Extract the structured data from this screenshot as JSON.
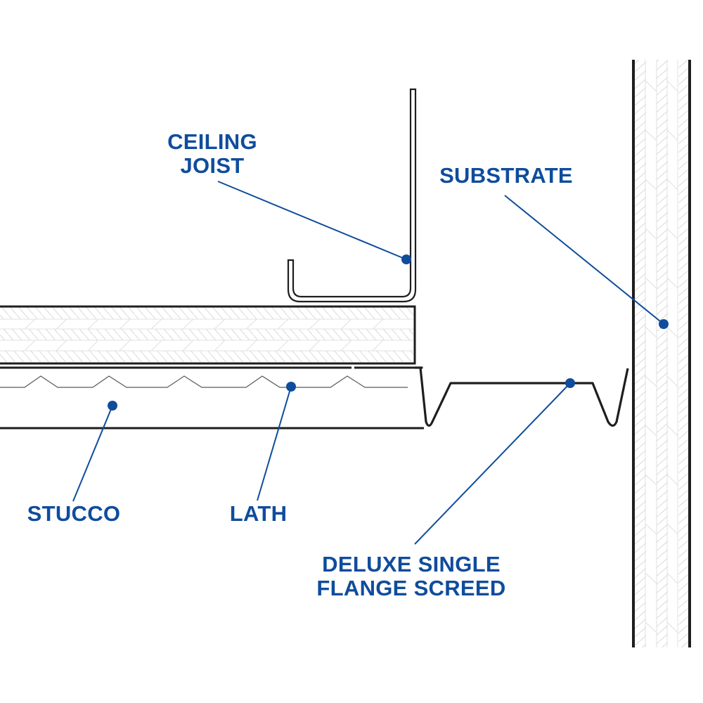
{
  "title": "Ceiling stucco detail with deluxe single flange screed",
  "colors": {
    "label": "#0f4c9c",
    "leader": "#0f4c9c",
    "outline": "#1e1e1e",
    "hatch": "#d9d9d9"
  },
  "labels": {
    "ceiling_joist": [
      "CEILING",
      "JOIST"
    ],
    "substrate": [
      "SUBSTRATE"
    ],
    "stucco": [
      "STUCCO"
    ],
    "lath": [
      "LATH"
    ],
    "screed": [
      "DELUXE SINGLE",
      "FLANGE SCREED"
    ]
  },
  "components": [
    {
      "id": "ceiling_joist",
      "name": "Ceiling joist (metal channel)"
    },
    {
      "id": "substrate_board",
      "name": "Substrate board (horizontal)"
    },
    {
      "id": "substrate_wall",
      "name": "Substrate (vertical wall)"
    },
    {
      "id": "lath",
      "name": "Lath"
    },
    {
      "id": "stucco",
      "name": "Stucco"
    },
    {
      "id": "screed",
      "name": "Deluxe single flange screed"
    }
  ]
}
